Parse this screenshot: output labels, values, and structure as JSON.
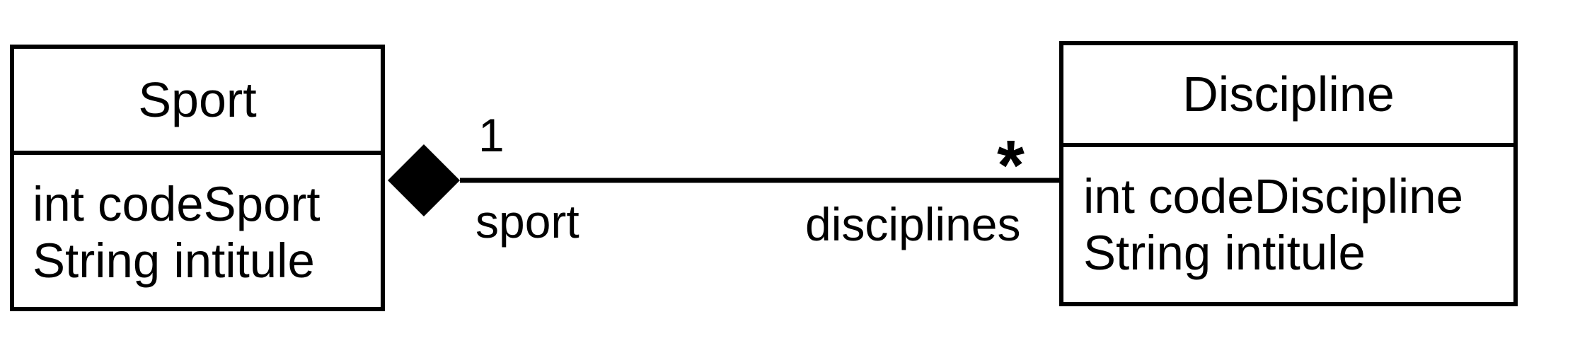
{
  "classes": {
    "sport": {
      "name": "Sport",
      "attributes": [
        "int codeSport",
        "String intitule"
      ]
    },
    "discipline": {
      "name": "Discipline",
      "attributes": [
        "int codeDiscipline",
        "String intitule"
      ]
    }
  },
  "association": {
    "kind": "composition",
    "sport_end": {
      "multiplicity": "1",
      "role": "sport"
    },
    "discipline_end": {
      "multiplicity": "*",
      "role": "disciplines"
    }
  },
  "colors": {
    "stroke": "#000000",
    "background": "#ffffff"
  }
}
